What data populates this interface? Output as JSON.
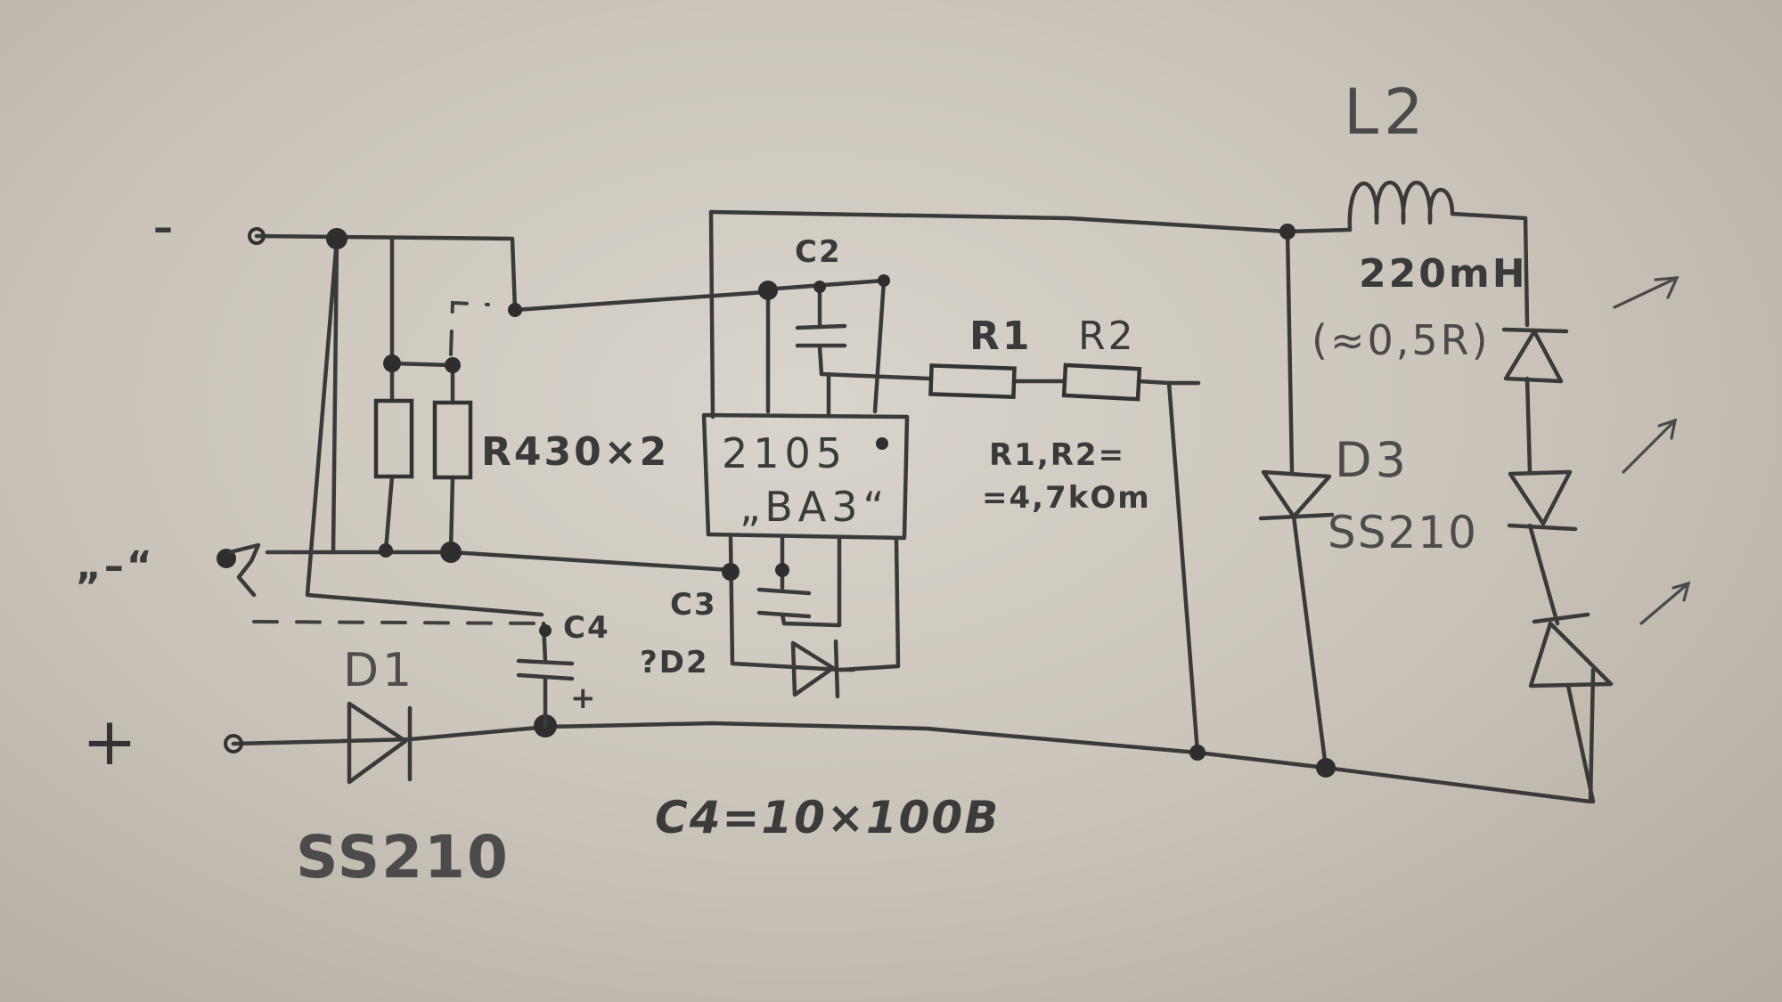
{
  "schematic": {
    "terminals": {
      "minus": "–",
      "minus_quoted": "„–“",
      "plus": "+"
    },
    "components": {
      "d1": {
        "ref": "D1",
        "part": "SS210"
      },
      "c4": {
        "ref": "C4",
        "polarity": "+"
      },
      "c4_note": "C4=10×100B",
      "resistors": "R430×2",
      "c2": {
        "ref": "C2"
      },
      "c3": {
        "ref": "C3"
      },
      "d2": {
        "ref": "?D2"
      },
      "ic": {
        "line1": "2105",
        "line2": "„BA3“"
      },
      "r1": {
        "ref": "R1"
      },
      "r2": {
        "ref": "R2"
      },
      "r_note_1": "R1,R2=",
      "r_note_2": "=4,7kOm",
      "l2": {
        "ref": "L2",
        "value": "220mH",
        "note": "(≈0,5R)"
      },
      "d3": {
        "ref": "D3",
        "part": "SS210"
      }
    },
    "leds": {
      "count": 3
    }
  }
}
